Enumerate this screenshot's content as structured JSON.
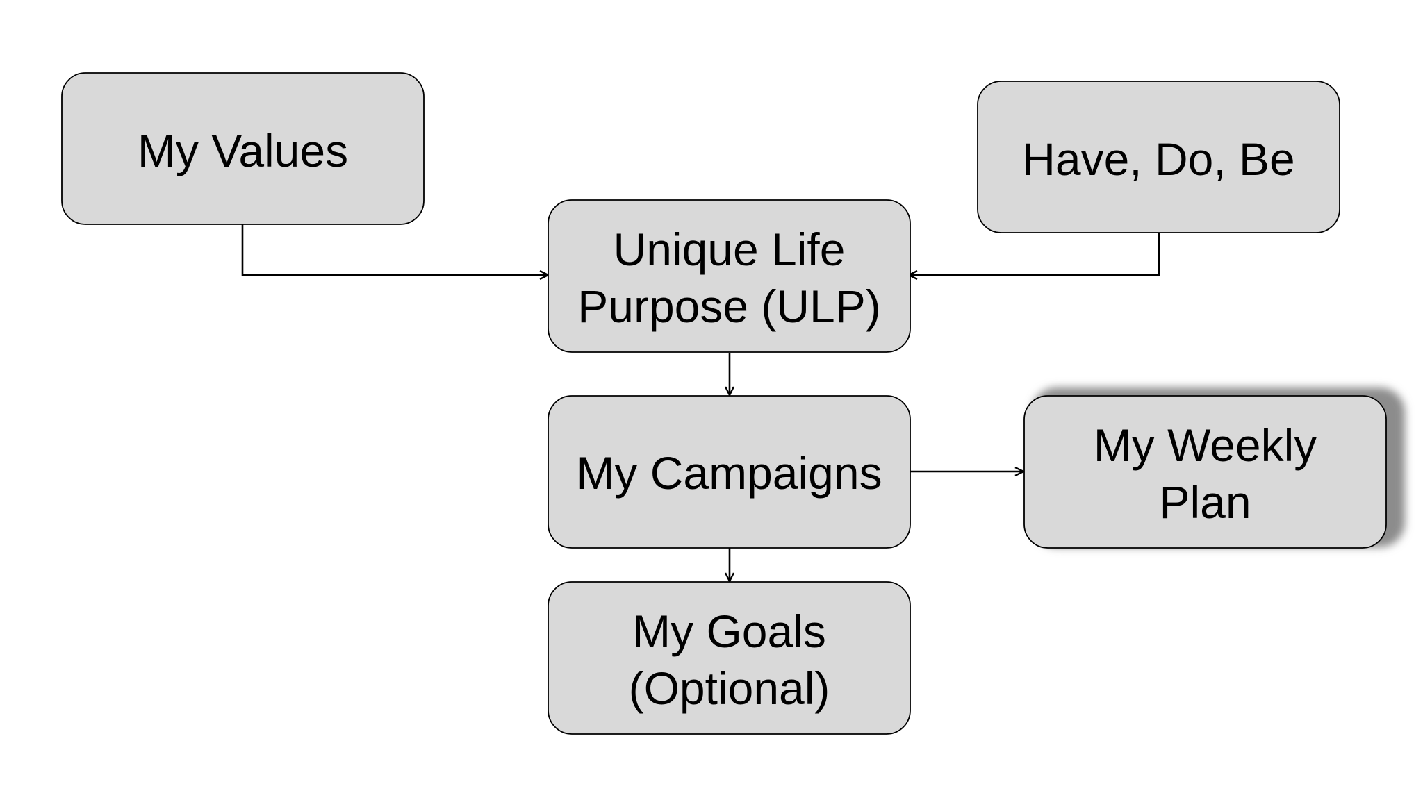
{
  "nodes": [
    {
      "id": "my-values",
      "lines": [
        "My Values"
      ]
    },
    {
      "id": "have-do-be",
      "lines": [
        "Have, Do, Be"
      ]
    },
    {
      "id": "ulp",
      "lines": [
        "Unique Life",
        "Purpose (ULP)"
      ]
    },
    {
      "id": "campaigns",
      "lines": [
        "My Campaigns"
      ]
    },
    {
      "id": "weekly-plan",
      "lines": [
        "My Weekly",
        "Plan"
      ]
    },
    {
      "id": "goals",
      "lines": [
        "My Goals",
        "(Optional)"
      ]
    }
  ],
  "edges": [
    {
      "from": "my-values",
      "to": "ulp"
    },
    {
      "from": "have-do-be",
      "to": "ulp"
    },
    {
      "from": "ulp",
      "to": "campaigns"
    },
    {
      "from": "campaigns",
      "to": "weekly-plan"
    },
    {
      "from": "campaigns",
      "to": "goals"
    }
  ],
  "colors": {
    "box_fill": "#d9d9d9",
    "box_stroke": "#000000",
    "shadow": "#8c8c8c",
    "text": "#000000",
    "background": "#ffffff"
  }
}
